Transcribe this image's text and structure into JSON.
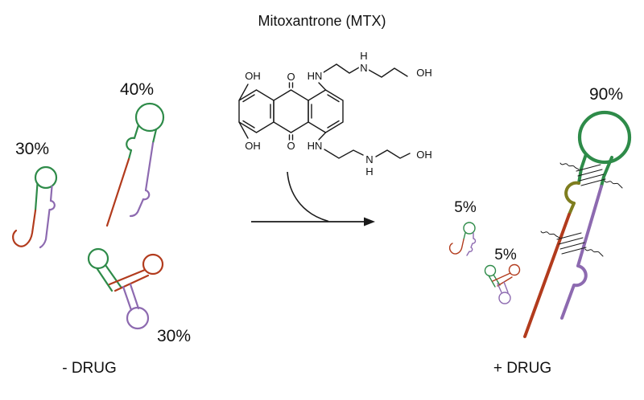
{
  "title": "Mitoxantrone (MTX)",
  "left_panel": {
    "caption": "- DRUG",
    "percents": {
      "hairpin_dangling": "30%",
      "extended_hairpin": "40%",
      "three_way_junction": "30%"
    }
  },
  "right_panel": {
    "caption": "+ DRUG",
    "percents": {
      "hairpin_dangling": "5%",
      "three_way_junction": "5%",
      "drug_bound_hairpin": "90%"
    }
  },
  "molecule": {
    "atoms": {
      "oh": "OH",
      "o": "O",
      "hn": "HN",
      "n": "N",
      "h": "H"
    }
  },
  "palette": {
    "green": "#2e8b49",
    "olive": "#7e7d1f",
    "red": "#b23b1d",
    "purple": "#8d6ab0",
    "ink": "#1a1a1a"
  }
}
